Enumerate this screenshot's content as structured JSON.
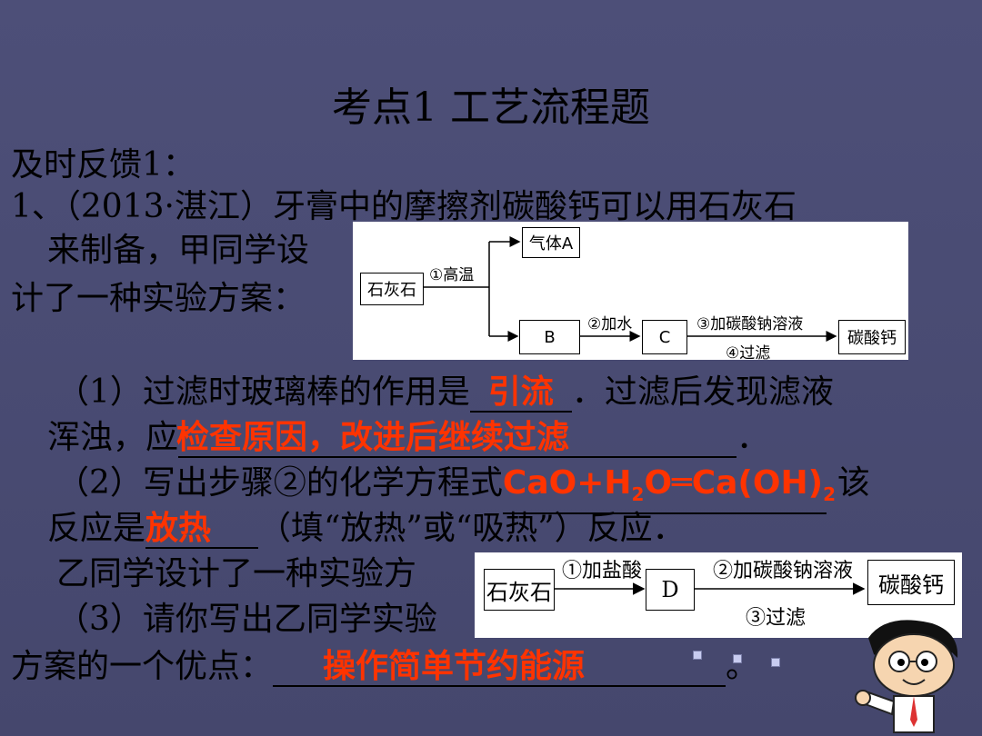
{
  "title": "考点1  工艺流程题",
  "line1": "及时反馈1：",
  "line2": "1、（2013·湛江）牙膏中的摩擦剂碳酸钙可以用石灰石",
  "line3": "来制备，甲同学设",
  "line4": "计了一种实验方案：",
  "q1_pre": "（1）过滤时玻璃棒的作用是",
  "q1_ans": "引流",
  "q1_post": "．过滤后发现滤液",
  "q1b_pre": "浑浊，应",
  "q1b_ans": "检查原因，改进后继续过滤",
  "q1b_post": "．",
  "q2_pre": "（2）写出步骤②的化学方程式",
  "q2_ans_a": "CaO+H",
  "q2_ans_sub": "2",
  "q2_ans_b": "O═Ca(OH)",
  "q2_ans_sub2": "2",
  "q2_post": "该",
  "q2b_pre": "反应是",
  "q2b_ans": "放热",
  "q2b_post": "（填“放热”或“吸热”）反应．",
  "line_yi": "乙同学设计了一种实验方",
  "q3_pre": "（3）请你写出乙同学实验",
  "q3b_pre": "方案的一个优点：",
  "q3b_ans": "操作简单节约能源",
  "q3b_post": "。",
  "flow1": {
    "stone": "石灰石",
    "step1": "①高温",
    "gasA": "气体A",
    "B": "B",
    "step2": "②加水",
    "C": "C",
    "step3": "③加碳酸钠溶液",
    "step4": "④过滤",
    "product": "碳酸钙"
  },
  "flow2": {
    "stone": "石灰石",
    "step1": "①加盐酸",
    "D": "D",
    "step2": "②加碳酸钠溶液",
    "step3": "③过滤",
    "product": "碳酸钙"
  }
}
